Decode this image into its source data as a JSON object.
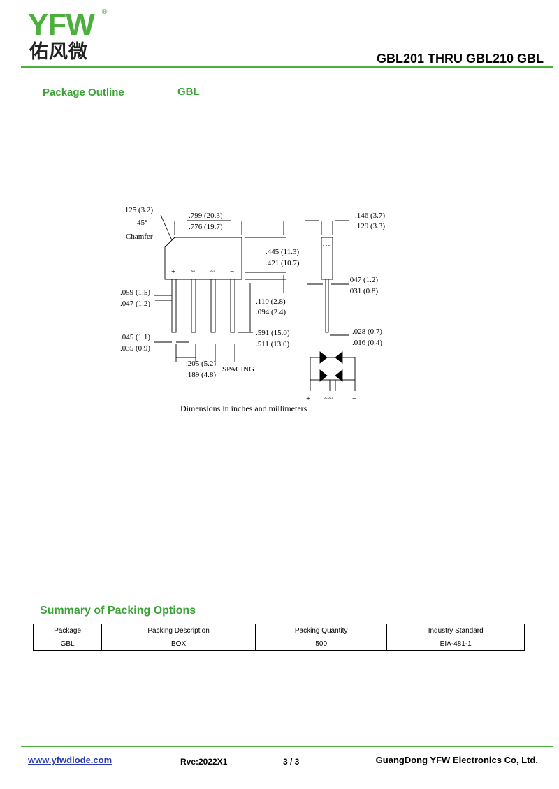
{
  "header": {
    "logo_text": "YFW",
    "logo_registered": "®",
    "logo_chinese": "佑风微",
    "title": "GBL201 THRU GBL210  GBL",
    "brand_color": "#4caf3e"
  },
  "package_outline": {
    "heading": "Package Outline",
    "package_name": "GBL",
    "dims": {
      "chamfer_size": ".125 (3.2)",
      "chamfer_angle": "45°",
      "chamfer_label": "Chamfer",
      "body_width_max": ".799 (20.3)",
      "body_width_min": ".776 (19.7)",
      "body_height_max": ".445 (11.3)",
      "body_height_min": ".421 (10.7)",
      "thickness_max": ".146 (3.7)",
      "thickness_min": ".129 (3.3)",
      "lead_width_max": ".059 (1.5)",
      "lead_width_min": ".047 (1.2)",
      "lead_offset_max": ".110 (2.8)",
      "lead_offset_min": ".094 (2.4)",
      "side_lead_max": ".047 (1.2)",
      "side_lead_min": ".031 (0.8)",
      "lead_length_max": ".591 (15.0)",
      "lead_length_min": ".511 (13.0)",
      "lead_thick_max": ".028 (0.7)",
      "lead_thick_min": ".016 (0.4)",
      "lead_dia_max": ".045 (1.1)",
      "lead_dia_min": ".035 (0.9)",
      "spacing_max": ".205 (5.2)",
      "spacing_min": ".189 (4.8)",
      "spacing_label": "SPACING",
      "pin_marks": [
        "+",
        "~",
        "~",
        "−"
      ],
      "schematic_marks": [
        "+",
        "~~",
        "−"
      ]
    },
    "caption": "Dimensions in inches and  millimeters"
  },
  "packing": {
    "heading": "Summary of Packing Options",
    "columns": [
      "Package",
      "Packing Description",
      "Packing Quantity",
      "Industry Standard"
    ],
    "rows": [
      [
        "GBL",
        "BOX",
        "500",
        "EIA-481-1"
      ]
    ]
  },
  "footer": {
    "website": "www.yfwdiode.com",
    "revision": "Rve:2022X1",
    "page": "3 / 3",
    "company": "GuangDong YFW Electronics Co, Ltd."
  }
}
